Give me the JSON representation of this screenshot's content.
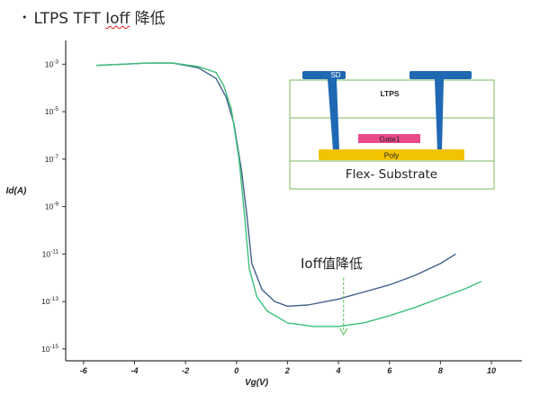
{
  "slide": {
    "title_prefix": "LTPS TFT ",
    "title_keyword": "Ioff",
    "title_suffix": " 降低"
  },
  "chart_data": {
    "type": "line",
    "title": "",
    "xlabel": "Vg(V)",
    "ylabel": "Id(A)",
    "xlim": [
      -6.7,
      11.2
    ],
    "ylim": [
      -15.5,
      -2
    ],
    "y_scale": "log",
    "grid": false,
    "x_ticks": [
      {
        "v": -6,
        "label": "-6"
      },
      {
        "v": -4,
        "label": "-4"
      },
      {
        "v": -2,
        "label": "-2"
      },
      {
        "v": 0,
        "label": "0"
      },
      {
        "v": 2,
        "label": "2"
      },
      {
        "v": 4,
        "label": "4"
      },
      {
        "v": 6,
        "label": "6"
      },
      {
        "v": 8,
        "label": "8"
      },
      {
        "v": 10,
        "label": "10"
      }
    ],
    "y_ticks": [
      {
        "v": -3,
        "base": "10",
        "exp": "-3"
      },
      {
        "v": -5,
        "base": "10",
        "exp": "-5"
      },
      {
        "v": -7,
        "base": "10",
        "exp": "-7"
      },
      {
        "v": -9,
        "base": "10",
        "exp": "-9"
      },
      {
        "v": -11,
        "base": "10",
        "exp": "-11"
      },
      {
        "v": -13,
        "base": "10",
        "exp": "-13"
      },
      {
        "v": -15,
        "base": "10",
        "exp": "-15"
      }
    ],
    "series": [
      {
        "color": "#3f5f8a",
        "x": [
          -5.5,
          -4.5,
          -3.5,
          -2.5,
          -1.5,
          -0.8,
          -0.4,
          -0.1,
          0.2,
          0.4,
          0.6,
          1.0,
          1.5,
          2.0,
          2.8,
          4.0,
          5.0,
          6.0,
          7.0,
          8.0,
          8.6
        ],
        "y": [
          -3.05,
          -3.0,
          -2.95,
          -2.95,
          -3.15,
          -3.6,
          -4.4,
          -5.5,
          -7.5,
          -9.3,
          -11.4,
          -12.5,
          -13.0,
          -13.2,
          -13.15,
          -12.9,
          -12.6,
          -12.3,
          -11.9,
          -11.4,
          -11.0
        ]
      },
      {
        "color": "#3cc07a",
        "x": [
          -5.5,
          -4.5,
          -3.5,
          -2.5,
          -1.5,
          -0.8,
          -0.5,
          -0.2,
          0.1,
          0.3,
          0.5,
          0.8,
          1.2,
          2.0,
          3.0,
          4.0,
          5.0,
          6.0,
          7.0,
          8.0,
          9.0,
          9.6
        ],
        "y": [
          -3.05,
          -3.0,
          -2.95,
          -2.95,
          -3.1,
          -3.35,
          -3.9,
          -4.9,
          -7.0,
          -9.2,
          -11.6,
          -12.8,
          -13.4,
          -13.9,
          -14.05,
          -14.05,
          -13.9,
          -13.6,
          -13.25,
          -12.85,
          -12.45,
          -12.15
        ]
      }
    ],
    "annotation": {
      "text": "Ioff值降低",
      "x": 4.2,
      "y_top": -12.0,
      "y_bottom": -14.4
    },
    "inset": {
      "top_labels": [
        "SD"
      ],
      "layer_label": "LTPS",
      "gate_label": "Gate1",
      "poly_label": "Poly",
      "substrate_label": "Flex- Substrate",
      "colors": {
        "contact": "#1f68b4",
        "gate": "#e94a8c",
        "poly": "#f2c300",
        "border": "#7aba5c"
      }
    }
  }
}
